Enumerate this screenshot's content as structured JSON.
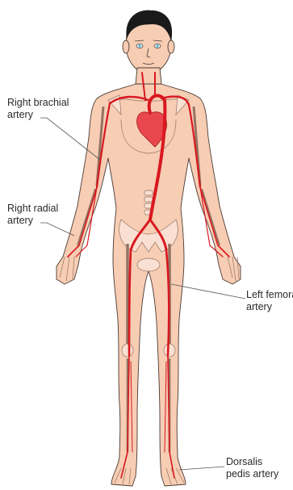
{
  "labels": {
    "right_brachial": {
      "line1": "Right brachial",
      "line2": "artery"
    },
    "right_radial": {
      "line1": "Right radial",
      "line2": "artery"
    },
    "left_femoral": {
      "line1": "Left femoral",
      "line2": "artery"
    },
    "dorsalis_pedis": {
      "line1": "Dorsalis",
      "line2": "pedis artery"
    }
  },
  "colors": {
    "skin": "#f7cdb4",
    "outline": "#4a3a33",
    "bone": "#fbe3d6",
    "artery": "#d8181f",
    "hair": "#1a1a1a",
    "eyes": "#4fb7d6",
    "leader": "#555555"
  }
}
